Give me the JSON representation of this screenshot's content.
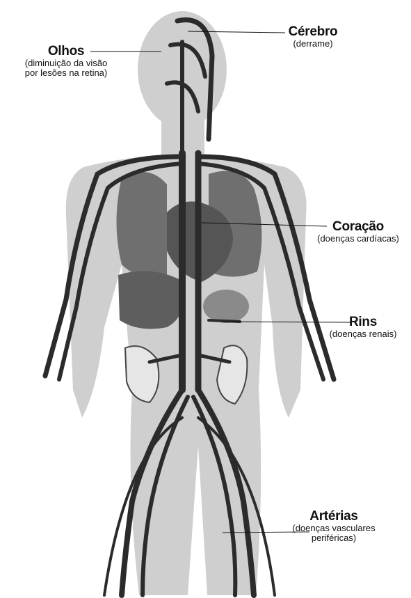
{
  "colors": {
    "body": "#c9c9c9",
    "organ": "#6b6b6b",
    "vessel": "#2e2e2e",
    "background": "#ffffff"
  },
  "labels": {
    "cerebro": {
      "title": "Cérebro",
      "desc": "(derrame)"
    },
    "olhos": {
      "title": "Olhos",
      "desc_line1": "(diminuição da visão",
      "desc_line2": "por lesões na retina)"
    },
    "coracao": {
      "title": "Coração",
      "desc": "(doenças cardíacas)"
    },
    "rins": {
      "title": "Rins",
      "desc": "(doenças renais)"
    },
    "arterias": {
      "title": "Artérias",
      "desc_line1": "(doenças vasculares",
      "desc_line2": "periféricas)"
    }
  }
}
